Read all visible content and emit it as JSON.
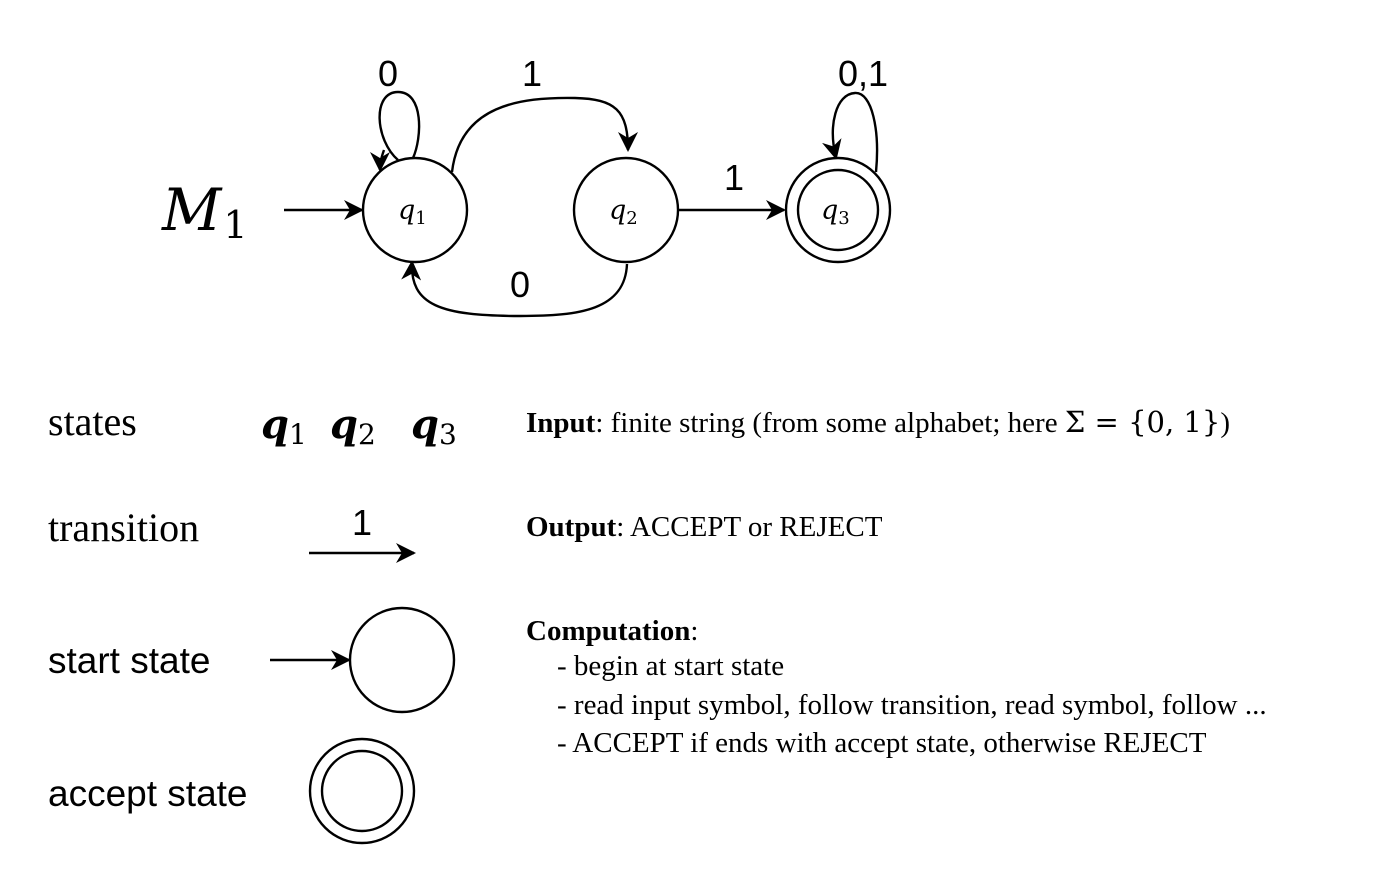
{
  "machine": {
    "name": "M",
    "name_sub": "1",
    "states": [
      {
        "id": "q1",
        "base": "q",
        "sub": "1",
        "start": true,
        "accept": false
      },
      {
        "id": "q2",
        "base": "q",
        "sub": "2",
        "start": false,
        "accept": false
      },
      {
        "id": "q3",
        "base": "q",
        "sub": "3",
        "start": false,
        "accept": true
      }
    ],
    "transitions": [
      {
        "from": "q1",
        "to": "q1",
        "label": "0"
      },
      {
        "from": "q1",
        "to": "q2",
        "label": "1"
      },
      {
        "from": "q2",
        "to": "q1",
        "label": "0"
      },
      {
        "from": "q2",
        "to": "q3",
        "label": "1"
      },
      {
        "from": "q3",
        "to": "q3",
        "label": "0,1"
      }
    ]
  },
  "legend": {
    "states_label": "states",
    "states_symbols": [
      {
        "base": "q",
        "sub": "1"
      },
      {
        "base": "q",
        "sub": "2"
      },
      {
        "base": "q",
        "sub": "3"
      }
    ],
    "transition_label": "transition",
    "transition_symbol": "1",
    "start_label": "start state",
    "accept_label": "accept state"
  },
  "description": {
    "input_head": "Input",
    "input_text": ": finite string (from some alphabet; here ",
    "input_math": "Σ = {0, 1}",
    "input_tail": ")",
    "output_head": "Output",
    "output_text": ": ACCEPT or REJECT",
    "computation_head": "Computation",
    "computation_colon": ":",
    "steps": [
      "- begin at start state",
      "- read input symbol, follow transition, read symbol, follow ...",
      "- ACCEPT if ends with accept state, otherwise REJECT"
    ]
  }
}
